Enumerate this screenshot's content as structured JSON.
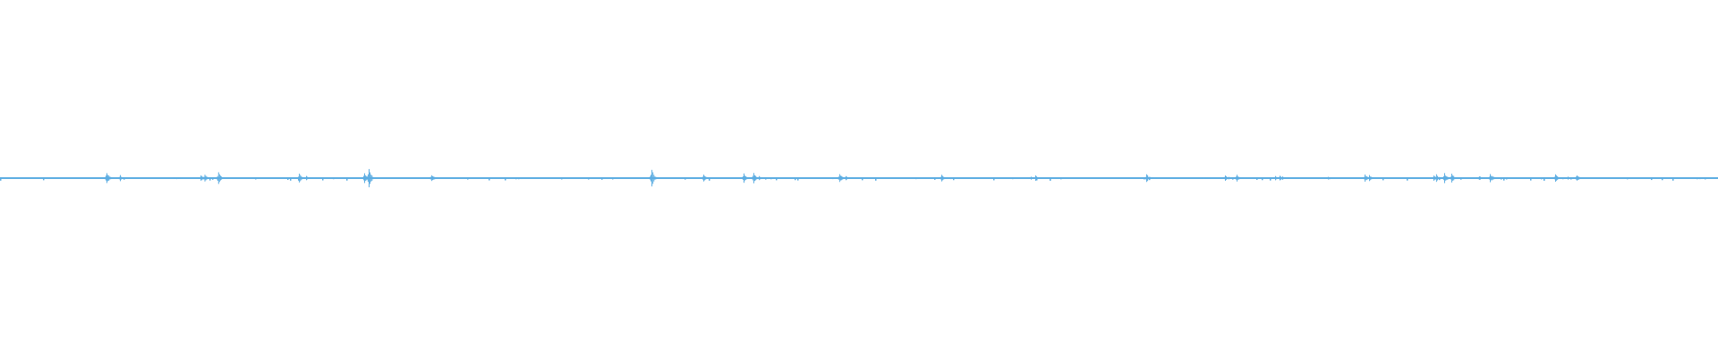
{
  "chart_data": {
    "type": "area",
    "kind": "audio-waveform",
    "color": "#5dade2",
    "background": "#ffffff",
    "grid": false,
    "legend": "none",
    "title": "",
    "xlabel": "",
    "ylabel": "",
    "ylim": [
      -1,
      1
    ],
    "xlim": [
      0,
      1
    ],
    "baseline_amplitude": 0.004,
    "bursts": [
      {
        "t": 0.0698,
        "amp": 0.018
      },
      {
        "t": 0.062,
        "amp": 0.036
      },
      {
        "t": 0.1026,
        "amp": 0.006
      },
      {
        "t": 0.1167,
        "amp": 0.02
      },
      {
        "t": 0.119,
        "amp": 0.02
      },
      {
        "t": 0.127,
        "amp": 0.045
      },
      {
        "t": 0.174,
        "amp": 0.032
      },
      {
        "t": 0.1781,
        "amp": 0.012
      },
      {
        "t": 0.212,
        "amp": 0.04
      },
      {
        "t": 0.2146,
        "amp": 0.058
      },
      {
        "t": 0.251,
        "amp": 0.026
      },
      {
        "t": 0.3792,
        "amp": 0.052
      },
      {
        "t": 0.4094,
        "amp": 0.022
      },
      {
        "t": 0.4328,
        "amp": 0.028
      },
      {
        "t": 0.4385,
        "amp": 0.038
      },
      {
        "t": 0.4417,
        "amp": 0.012
      },
      {
        "t": 0.4885,
        "amp": 0.034
      },
      {
        "t": 0.4922,
        "amp": 0.012
      },
      {
        "t": 0.5479,
        "amp": 0.022
      },
      {
        "t": 0.6,
        "amp": 0.012
      },
      {
        "t": 0.6026,
        "amp": 0.016
      },
      {
        "t": 0.6672,
        "amp": 0.026
      },
      {
        "t": 0.669,
        "amp": 0.008
      },
      {
        "t": 0.7005,
        "amp": 0.006
      },
      {
        "t": 0.713,
        "amp": 0.022
      },
      {
        "t": 0.7151,
        "amp": 0.01
      },
      {
        "t": 0.7198,
        "amp": 0.022
      },
      {
        "t": 0.7422,
        "amp": 0.012
      },
      {
        "t": 0.7448,
        "amp": 0.016
      },
      {
        "t": 0.7464,
        "amp": 0.01
      },
      {
        "t": 0.7729,
        "amp": 0.008
      },
      {
        "t": 0.7943,
        "amp": 0.026
      },
      {
        "t": 0.7969,
        "amp": 0.018
      },
      {
        "t": 0.8344,
        "amp": 0.016
      },
      {
        "t": 0.8359,
        "amp": 0.024
      },
      {
        "t": 0.8406,
        "amp": 0.03
      },
      {
        "t": 0.8448,
        "amp": 0.03
      },
      {
        "t": 0.8609,
        "amp": 0.016
      },
      {
        "t": 0.8672,
        "amp": 0.03
      },
      {
        "t": 0.8688,
        "amp": 0.01
      },
      {
        "t": 0.9052,
        "amp": 0.026
      },
      {
        "t": 0.9125,
        "amp": 0.01
      },
      {
        "t": 0.9177,
        "amp": 0.022
      }
    ]
  }
}
